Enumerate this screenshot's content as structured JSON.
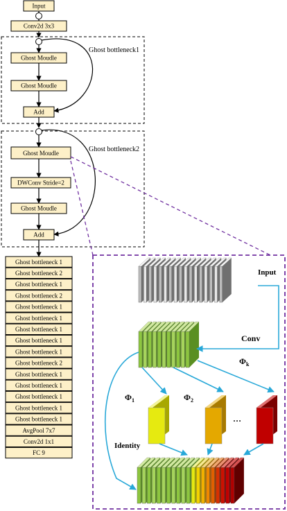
{
  "left_column": {
    "top_blocks": [
      "Input",
      "Conv2d 3x3"
    ],
    "ghost_bottleneck1": {
      "title": "Ghost bottleneck1",
      "blocks": [
        "Ghost Moudle",
        "Ghost Moudle",
        "Add"
      ]
    },
    "ghost_bottleneck2": {
      "title": "Ghost bottleneck2",
      "blocks": [
        "Ghost Moudle",
        "DWConv Stride=2",
        "Ghost Moudle",
        "Add"
      ]
    },
    "stack": [
      "Ghost bottleneck 1",
      "Ghost bottleneck 2",
      "Ghost bottleneck 1",
      "Ghost bottleneck 2",
      "Ghost bottleneck 1",
      "Ghost bottleneck 1",
      "Ghost bottleneck 1",
      "Ghost bottleneck 1",
      "Ghost bottleneck 1",
      "Ghost bottleneck 2",
      "Ghost bottleneck 1",
      "Ghost bottleneck 1",
      "Ghost bottleneck 1",
      "Ghost bottleneck 1",
      "Ghost bottleneck 1"
    ],
    "tail": [
      "AvgPool 7x7",
      "Conv2d 1x1",
      "FC 9"
    ]
  },
  "detail": {
    "input_label": "Input",
    "conv_label": "Conv",
    "phi_1": "Φ",
    "phi_1_sub": "1",
    "phi_2": "Φ",
    "phi_2_sub": "2",
    "phi_k": "Φ",
    "phi_k_sub": "k",
    "ellipsis": "…",
    "identity_label": "Identity"
  },
  "colors": {
    "block_fill": "#fdf0c8",
    "highlight": "#7030a0",
    "arrow_cyan": "#28a8d8",
    "green": "#8dc63f",
    "yellow": "#dde000",
    "orange": "#e0a800",
    "red": "#c00000"
  }
}
